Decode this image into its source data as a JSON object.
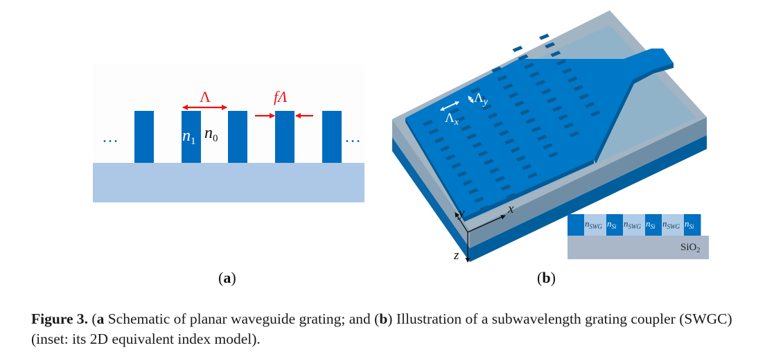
{
  "figure": {
    "panel_a": {
      "label": "a",
      "period_symbol": "Λ",
      "fill_factor_symbol": "fΛ",
      "n1_label": "n",
      "n1_sub": "1",
      "n0_label": "n",
      "n0_sub": "0",
      "ellipsis_left": "…",
      "ellipsis_right": "…",
      "colors": {
        "ridge": "#006cbf",
        "substrate": "#adc8e6",
        "arrow": "#ee1111",
        "background": "#fdfdfd"
      }
    },
    "panel_b": {
      "label": "b",
      "period_x": "Λ",
      "period_x_sub": "x",
      "period_y": "Λ",
      "period_y_sub": "y",
      "axis_x": "x",
      "axis_y": "y",
      "axis_z": "z",
      "inset": {
        "cells": [
          {
            "text": "",
            "type": "si"
          },
          {
            "text": "n",
            "sub": "SWG",
            "type": "swg"
          },
          {
            "text": "n",
            "sub": "Si",
            "type": "si"
          },
          {
            "text": "n",
            "sub": "SWG",
            "type": "swg"
          },
          {
            "text": "n",
            "sub": "Si",
            "type": "si"
          },
          {
            "text": "n",
            "sub": "SWG",
            "type": "swg"
          },
          {
            "text": "n",
            "sub": "Si",
            "type": "si"
          }
        ],
        "substrate_label": "SiO",
        "substrate_sub": "2"
      },
      "colors": {
        "silicon": "#0078c8",
        "silicon_dark": "#005a96",
        "holes": "#0a5a94",
        "cladding": "#9fb6c8",
        "box": "#0068a8",
        "swg": "#aecbe8",
        "sio2": "#a9b7c9"
      }
    },
    "caption": {
      "figure_number": "Figure 3.",
      "part_a_label": "a",
      "part_a_text": " Schematic of planar waveguide grating; and (",
      "part_b_label": "b",
      "part_b_text": ") Illustration of a subwavelength grating coupler (SWGC) (inset: its 2D equivalent index model)."
    }
  }
}
